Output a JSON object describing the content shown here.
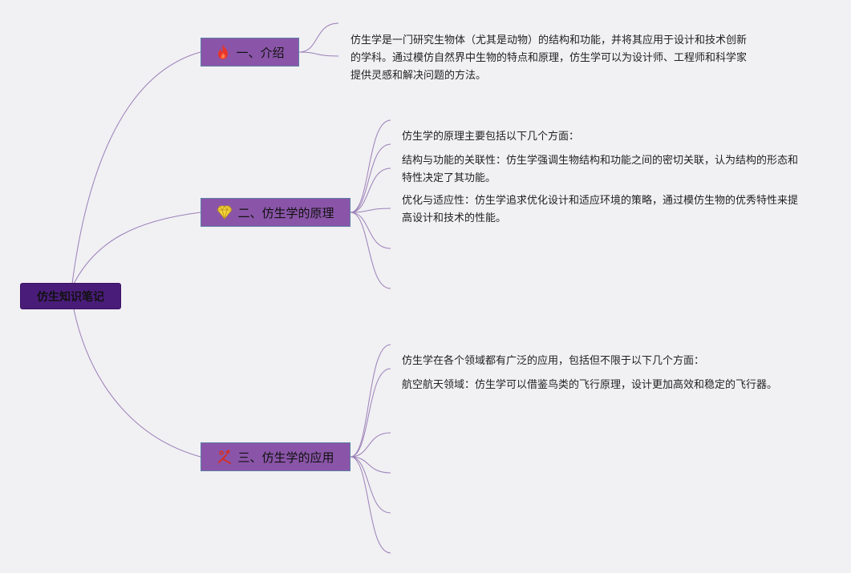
{
  "root": {
    "title": "仿生知识笔记"
  },
  "branches": [
    {
      "label": "一、介绍",
      "icon": "flame-icon",
      "color": "#e8352b",
      "notes": [
        "仿生学是一门研究生物体（尤其是动物）的结构和功能，并将其应用于设计和技术创新的学科。通过模仿自然界中生物的特点和原理，仿生学可以为设计师、工程师和科学家提供灵感和解决问题的方法。"
      ]
    },
    {
      "label": "二、仿生学的原理",
      "icon": "diamond-icon",
      "color": "#e9c21a",
      "notes": [
        "仿生学的原理主要包括以下几个方面：",
        "结构与功能的关联性：仿生学强调生物结构和功能之间的密切关联，认为结构的形态和特性决定了其功能。",
        "优化与适应性：仿生学追求优化设计和适应环境的策略，通过模仿生物的优秀特性来提高设计和技术的性能。"
      ]
    },
    {
      "label": "三、仿生学的应用",
      "icon": "tools-icon",
      "color": "#d0302b",
      "notes": [
        "仿生学在各个领域都有广泛的应用，包括但不限于以下几个方面：",
        "航空航天领域：仿生学可以借鉴鸟类的飞行原理，设计更加高效和稳定的飞行器。"
      ]
    }
  ],
  "line_color": "#9b80b8"
}
